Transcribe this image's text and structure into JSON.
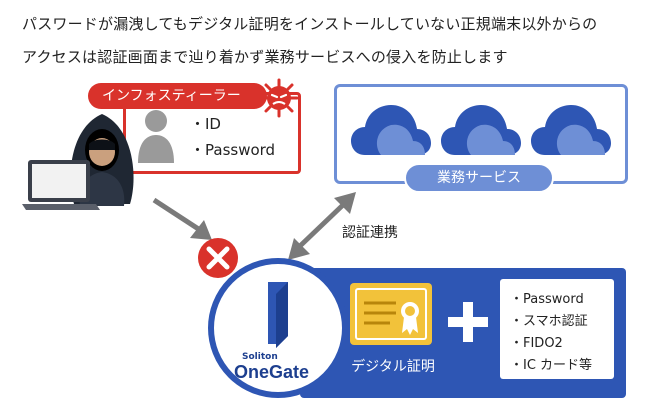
{
  "headline": {
    "line1": "パスワードが漏洩してもデジタル証明をインストールしていない正規端末以外からの",
    "line2": "アクセスは認証画面まで辿り着かず業務サービスへの侵入を防止します"
  },
  "infostealer": {
    "label": "インフォスティーラー",
    "credentials": [
      "・ID",
      "・Password"
    ]
  },
  "cloud": {
    "label": "業務サービス"
  },
  "link": {
    "label": "認証連携"
  },
  "onegate": {
    "brand_small": "Soliton",
    "brand_large": "OneGate",
    "certificate_label": "デジタル証明",
    "plus": "+",
    "auth_methods": [
      "・Password",
      "・スマホ認証",
      "・FIDO2",
      "・IC カード等"
    ]
  },
  "colors": {
    "red": "#d9322b",
    "blue_dark": "#2e56b4",
    "blue_light": "#6e8fd6",
    "gold": "#f2c23a",
    "gray": "#7a7a7a"
  }
}
